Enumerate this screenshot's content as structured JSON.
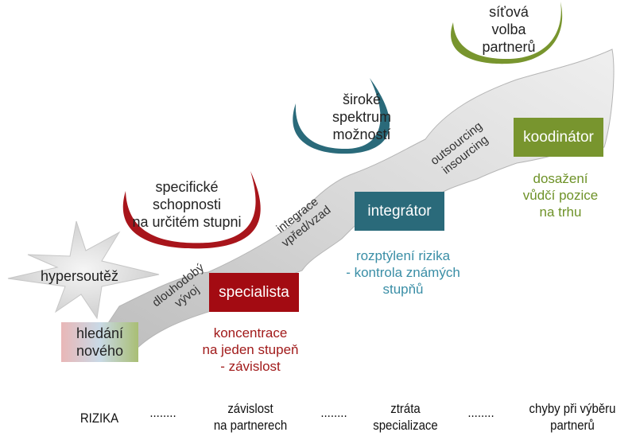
{
  "colors": {
    "red": "#a30b12",
    "teal": "#2a6a7a",
    "green": "#78952e",
    "teal_text": "#3a8ea6",
    "red_text": "#a11a1a",
    "green_text": "#6e9228",
    "path_gray": "#d6d6d6"
  },
  "start": {
    "star_label": "hypersoutěž",
    "box_lines": [
      "hledání",
      "nového"
    ]
  },
  "path_labels": [
    {
      "lines": [
        "dlouhodobý",
        "vývoj"
      ]
    },
    {
      "lines": [
        "integrace",
        "vpřed/vzad"
      ]
    },
    {
      "lines": [
        "outsourcing",
        "insourcing"
      ]
    }
  ],
  "stages": [
    {
      "name": "specialista",
      "bubble_lines": [
        "specifické",
        "schopnosti",
        "na určitém stupni"
      ],
      "outcome_lines": [
        "koncentrace",
        "na jeden stupeň",
        "- závislost"
      ]
    },
    {
      "name": "integrátor",
      "bubble_lines": [
        "široké",
        "spektrum",
        "možností"
      ],
      "outcome_lines": [
        "rozptýlení rizika",
        "- kontrola známých",
        "stupňů"
      ]
    },
    {
      "name": "koodinátor",
      "bubble_lines": [
        "síťová",
        "volba",
        "partnerů"
      ],
      "outcome_lines": [
        "dosažení",
        "vůdčí pozice",
        "na trhu"
      ]
    }
  ],
  "risks": {
    "title": "RIZIKA",
    "separator": "........",
    "items": [
      {
        "lines": [
          "závislost",
          "na partnerech"
        ]
      },
      {
        "lines": [
          "ztráta",
          "specializace"
        ]
      },
      {
        "lines": [
          "chyby při výběru",
          "partnerů"
        ]
      }
    ]
  }
}
